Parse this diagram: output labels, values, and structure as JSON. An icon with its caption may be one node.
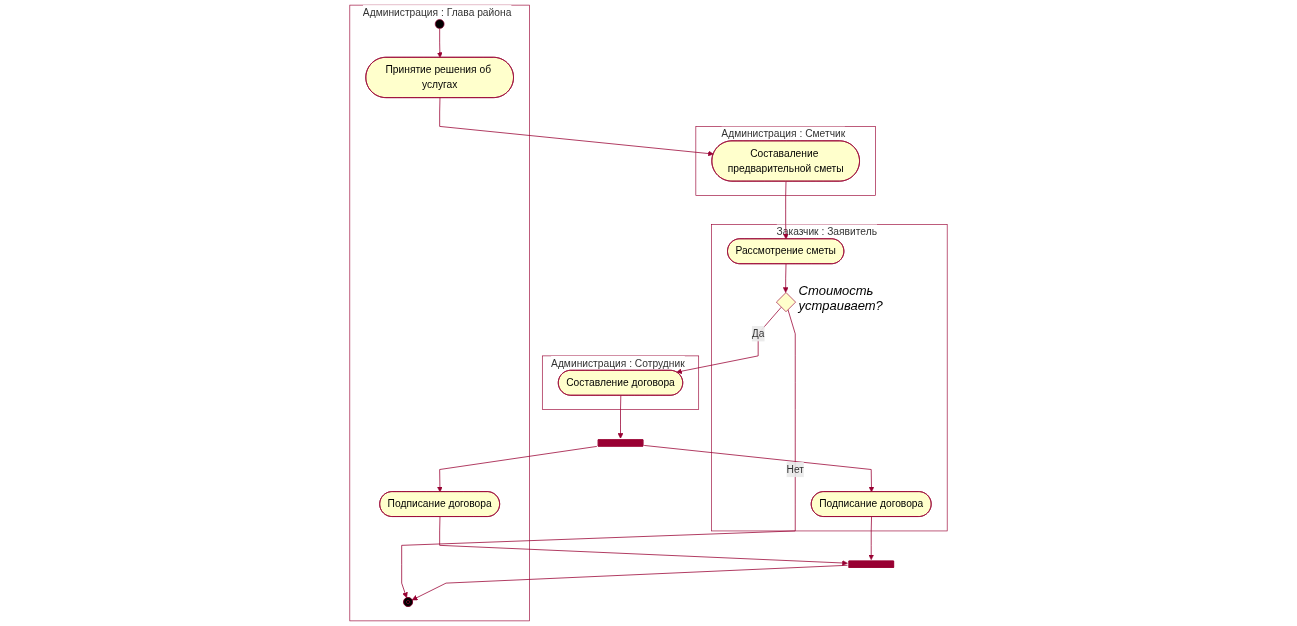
{
  "diagram": {
    "nodes": [
      {
        "text": [
          "Администрация : Глава района"
        ]
      },
      {
        "text": [
          "Заказчик : Заявитель"
        ]
      },
      {
        "text": [
          "Администрация : Сотрудник"
        ]
      },
      {
        "text": [
          "Администрация : Сметчик"
        ]
      },
      {
        "text": [],
        "shape": "circle",
        "in": 0
      },
      {
        "text": [
          "Принятие решения об услугах"
        ],
        "in": 0
      },
      {
        "text": [
          "Составаление предварительной сметы"
        ],
        "in": 3
      },
      {
        "text": [
          "Рассмотрение сметы"
        ],
        "in": 1
      },
      {
        "text": [],
        "shape": "diamond",
        "in": 1,
        "beside": [
          "Стоимость устраивает?"
        ]
      },
      {
        "text": [
          "Составление договора"
        ],
        "in": 2
      },
      {
        "text": [],
        "shape": "bar"
      },
      {
        "text": [
          "Подписание договора"
        ],
        "in": 0
      },
      {
        "text": [
          "Подписание договора"
        ],
        "in": 1
      },
      {
        "text": [],
        "shape": "bar"
      },
      {
        "text": [],
        "shape": "circle",
        "in": 0
      }
    ],
    "edges": [
      {
        "from": 4,
        "to": 5,
        "arrow": "to"
      },
      {
        "from": 5,
        "to": 6,
        "arrow": "to"
      },
      {
        "from": 6,
        "to": 7,
        "arrow": "to"
      },
      {
        "from": 7,
        "to": 8,
        "arrow": "to"
      },
      {
        "from": 8,
        "to": 14,
        "arrow": "to",
        "label": "Нет"
      },
      {
        "from": 8,
        "to": 9,
        "arrow": "to",
        "label": "Да"
      },
      {
        "from": 9,
        "to": 10,
        "arrow": "to"
      },
      {
        "from": 10,
        "to": 11,
        "arrow": "to"
      },
      {
        "from": 10,
        "to": 12,
        "arrow": "to"
      },
      {
        "from": 11,
        "to": 13,
        "arrow": "to"
      },
      {
        "from": 12,
        "to": 13,
        "arrow": "to"
      },
      {
        "from": 13,
        "to": 14,
        "arrow": "to"
      }
    ]
  }
}
